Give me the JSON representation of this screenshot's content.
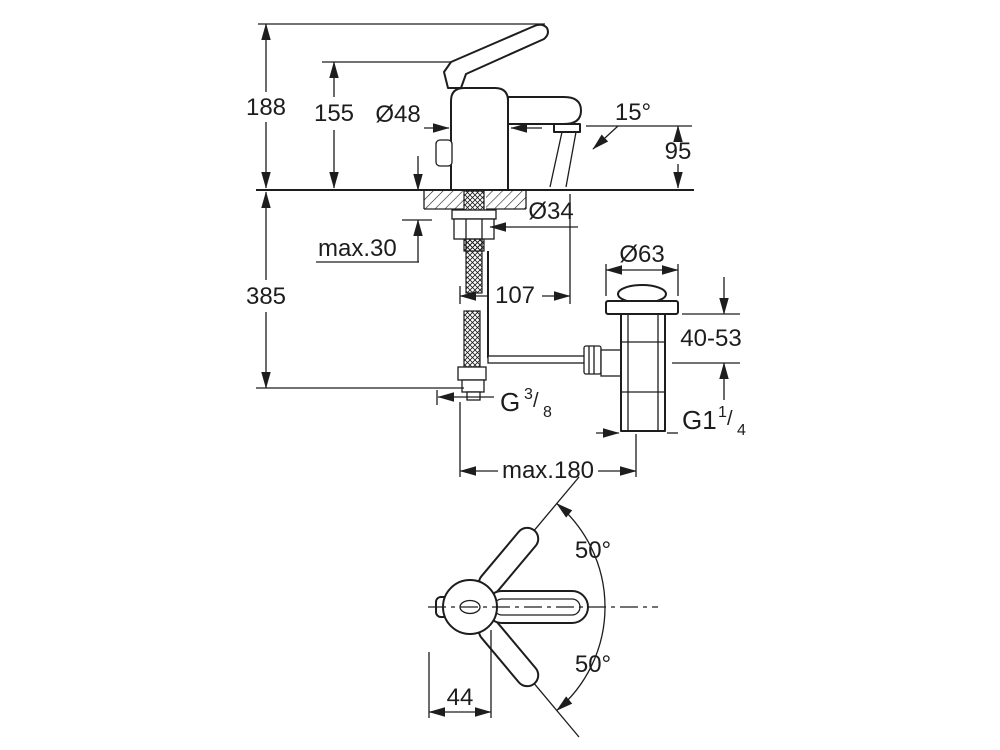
{
  "drawing": {
    "line_color": "#1d1d1d",
    "background": "#ffffff"
  },
  "side_view": {
    "dims": {
      "total_height": "188",
      "body_height": "155",
      "body_diameter": "Ø48",
      "stream_angle": "15°",
      "spout_height": "95",
      "install_depth": "385",
      "deck_thickness": "max.30",
      "hole_diameter": "Ø34",
      "spout_reach": "107",
      "waste_flange_diameter": "Ø63",
      "waste_adjust_range": "40-53",
      "reach_max": "max.180"
    },
    "threads": {
      "supply": {
        "base": "G",
        "num": "3",
        "slash": "/",
        "den": "8"
      },
      "waste": {
        "base": "G1",
        "num": "1",
        "slash": "/",
        "den": "4"
      }
    }
  },
  "top_view": {
    "dims": {
      "swivel_up": "50°",
      "swivel_down": "50°",
      "handle_width": "44"
    }
  }
}
